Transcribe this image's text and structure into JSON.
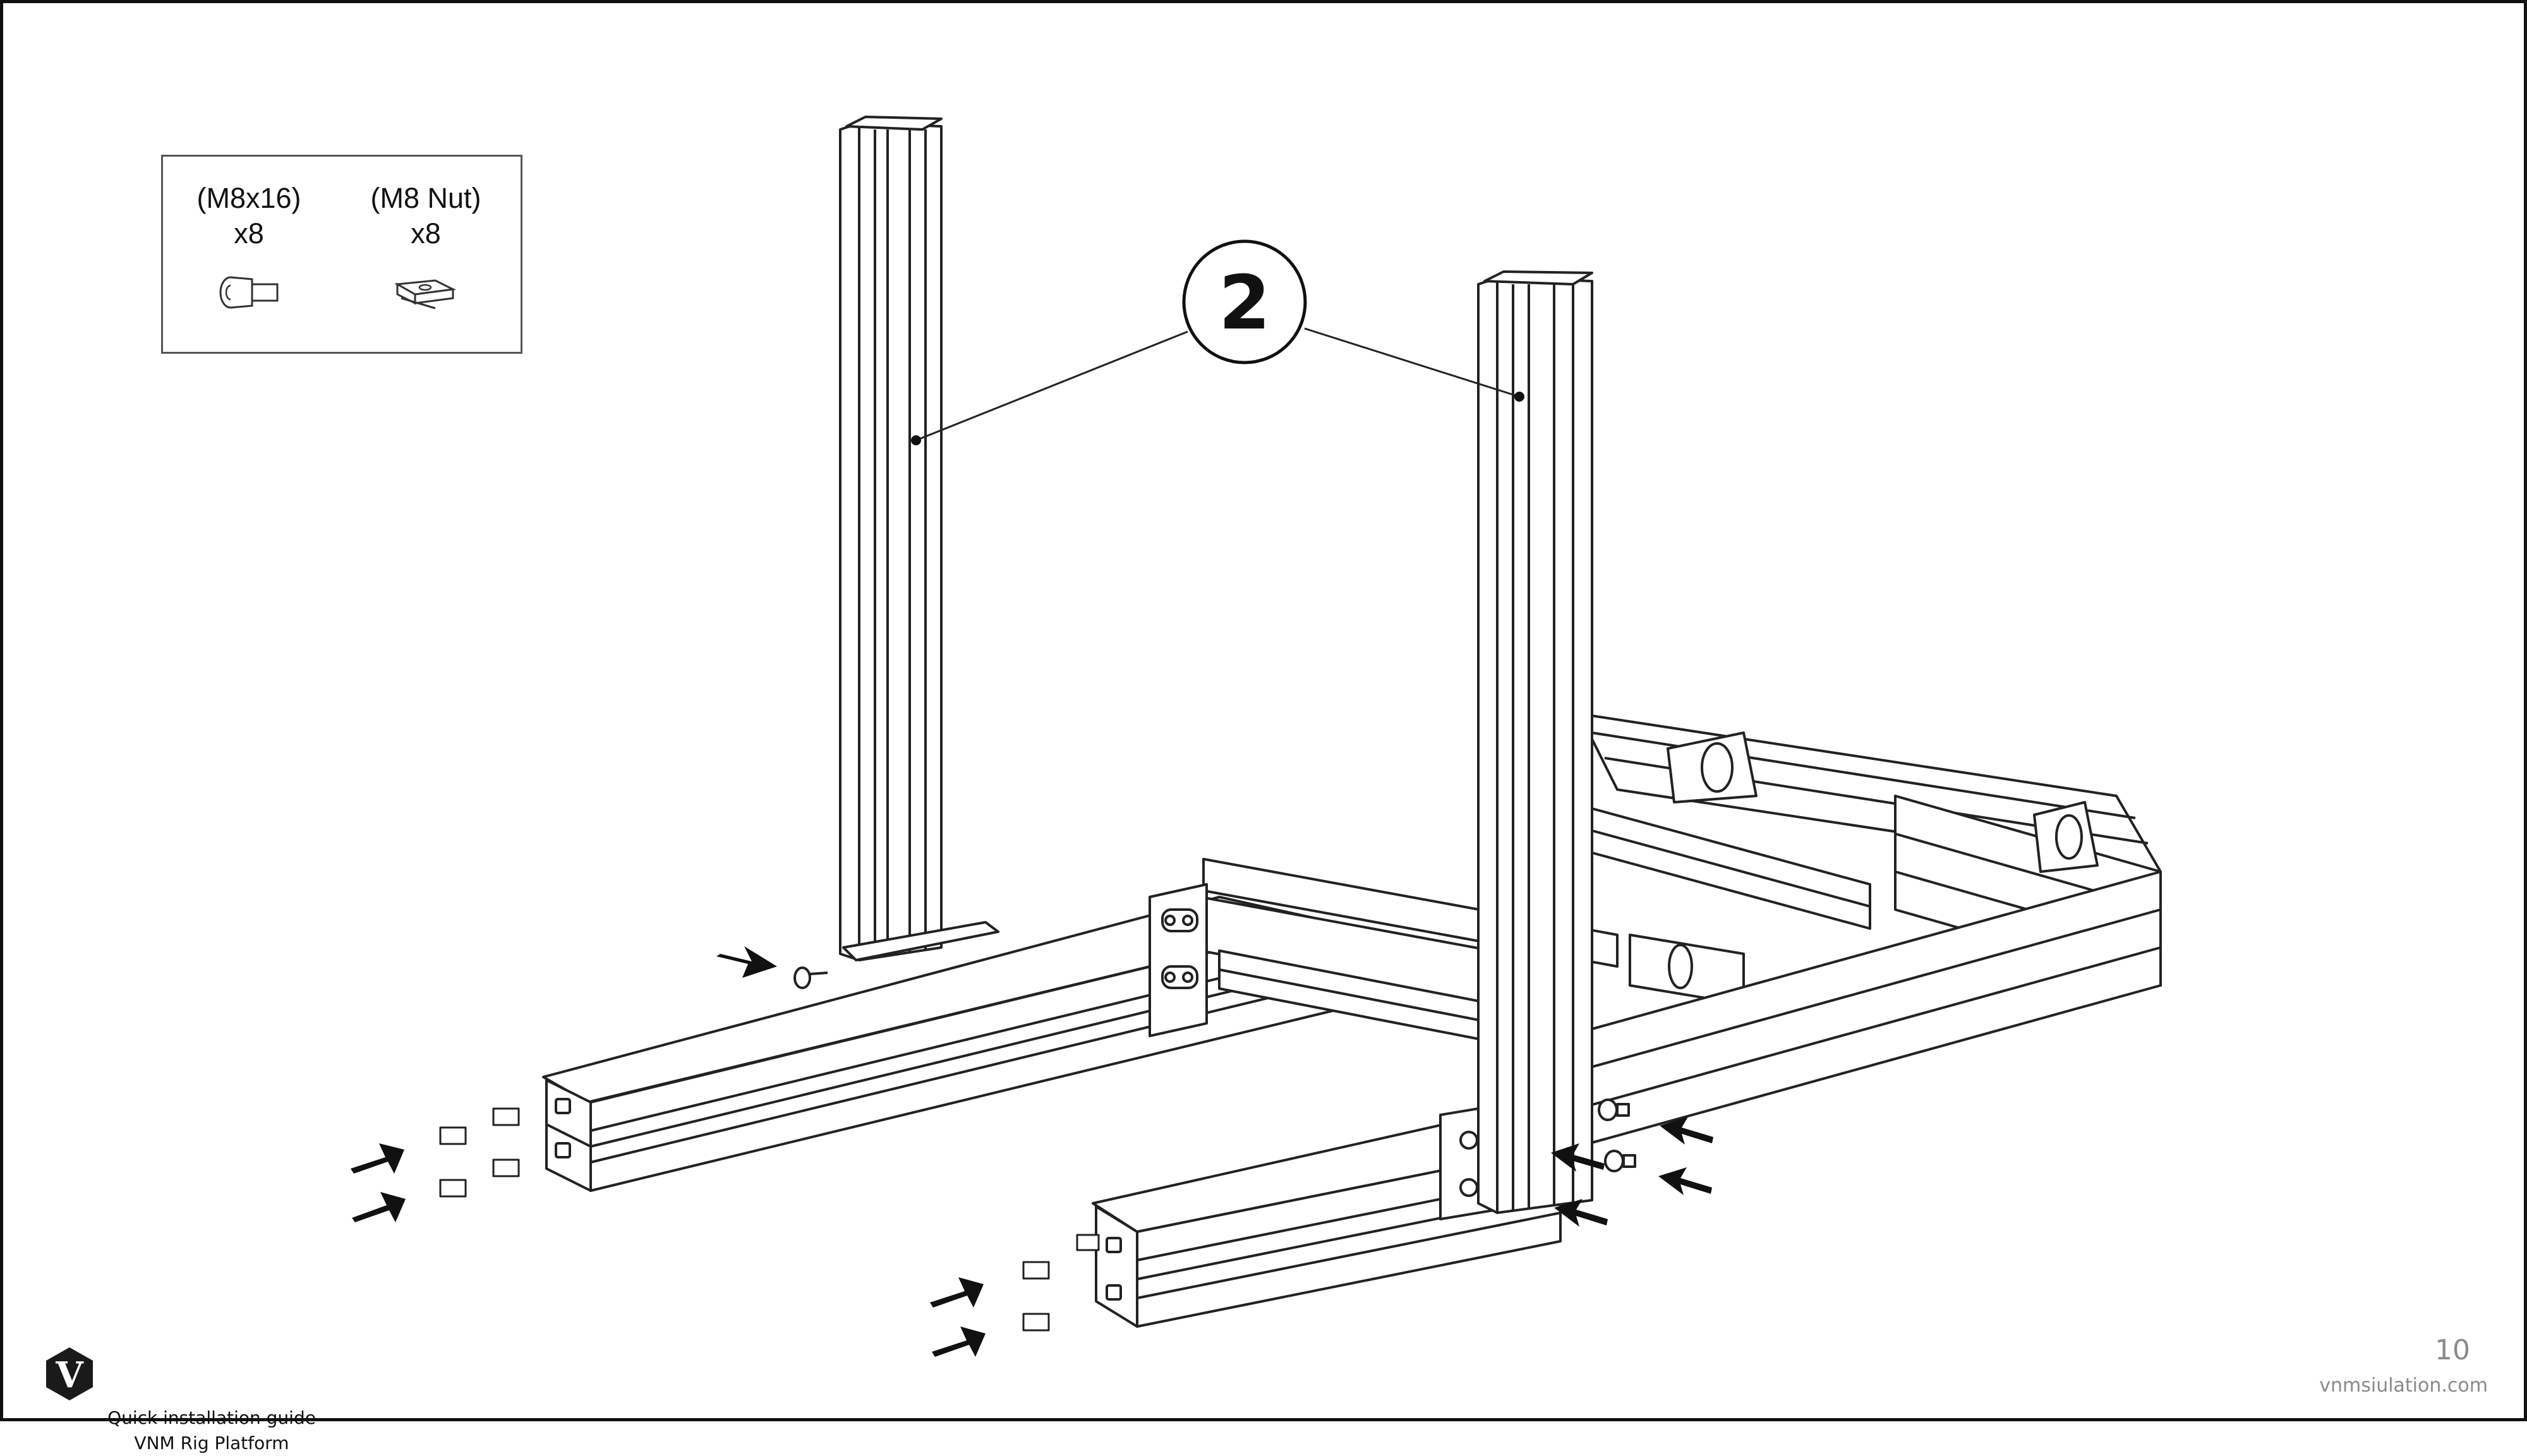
{
  "hardware": {
    "items": [
      {
        "name": "(M8x16)",
        "qty": "x8",
        "icon": "bolt-icon"
      },
      {
        "name": "(M8 Nut)",
        "qty": "x8",
        "icon": "t-nut-icon"
      }
    ]
  },
  "callout": {
    "number": "2"
  },
  "footer": {
    "logo_letter": "V",
    "guide_title": "Quick installation guide",
    "product_name": "VNM Rig Platform",
    "page_number": "10",
    "website": "vnmsiulation.com"
  },
  "colors": {
    "line": "#111111",
    "muted": "#8a8a8a",
    "logo": "#1a1a1a"
  }
}
